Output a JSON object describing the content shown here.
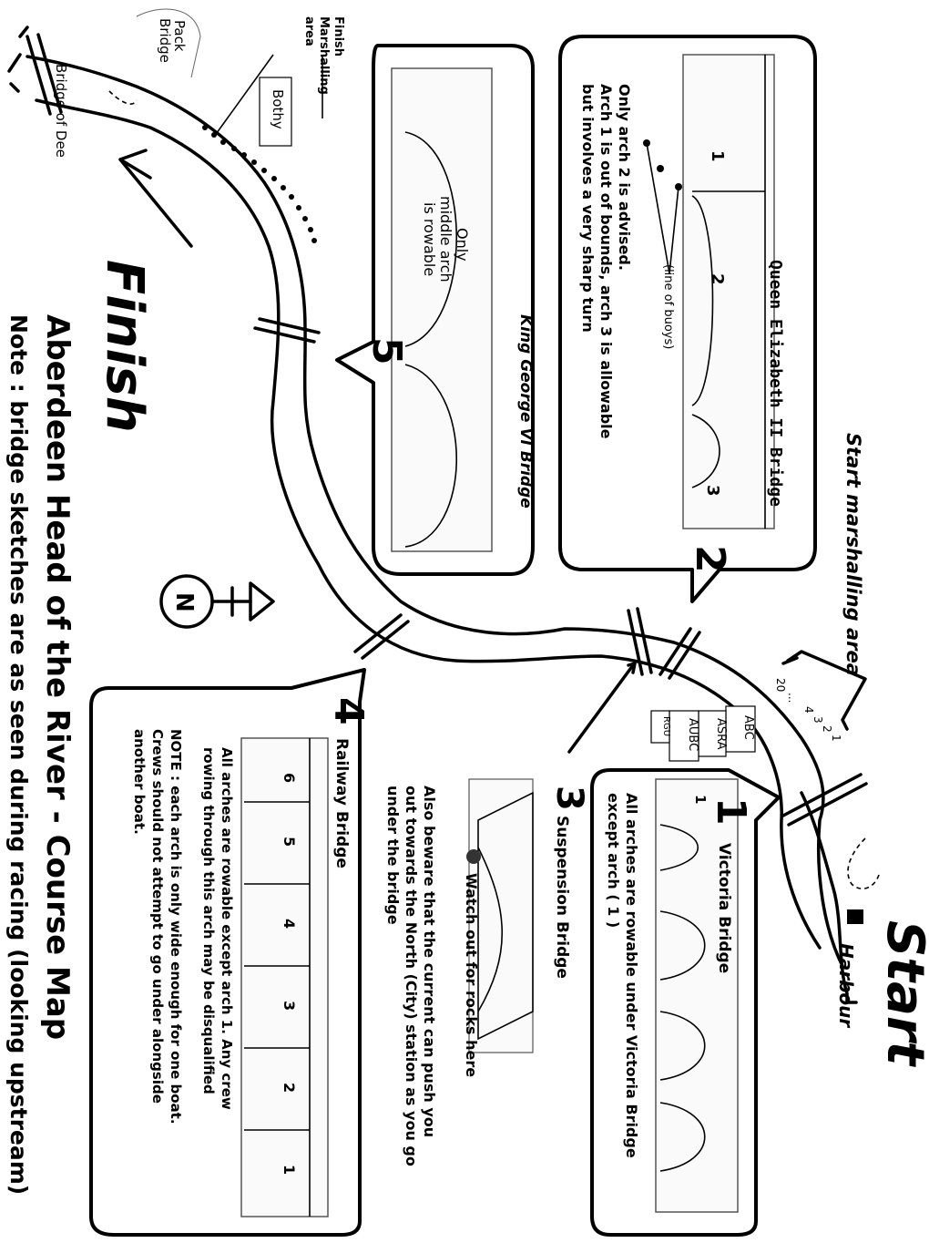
{
  "title": "Aberdeen Head of the River - Course Map",
  "note": "Note : bridge sketches are as seen during racing (looking upstream)",
  "labels": {
    "start": "Start",
    "finish": "Finish",
    "harbour": "Harbour",
    "start_marshalling": "Start marshalling area",
    "finish_marshalling": [
      "Finish",
      "Marshalling",
      "area"
    ],
    "bothy": "Bothy",
    "pack_bridge": [
      "Pack",
      "Bridge"
    ],
    "bridge_of_dee": "Bridge of Dee",
    "north": "N"
  },
  "boathouses": [
    "ABC",
    "ASRA",
    "AUBC",
    "RGU"
  ],
  "marshalling_numbers": [
    "20",
    "...",
    "4",
    "3",
    "2",
    "1"
  ],
  "bridges": {
    "b1": {
      "number": "1",
      "name": "Victoria Bridge",
      "text": [
        "All arches are rowable under Victoria Bridge",
        "except arch  ( 1 )"
      ],
      "arch_marker": "1"
    },
    "b2": {
      "number": "2",
      "name": "Queen Elizabeth II Bridge",
      "text": [
        "Only arch 2 is advised.",
        "Arch 1 is out of bounds, arch 3 is allowable",
        "but involves a very sharp turn"
      ],
      "arches": [
        "1",
        "2",
        "3"
      ],
      "buoys": "(line of buoys)"
    },
    "b3": {
      "number": "3",
      "name": "Suspension Bridge",
      "rocks": "Watch out for rocks here",
      "text": [
        "Also beware that the current can push you",
        "out towards the North (City) station as you go",
        "under the bridge"
      ]
    },
    "b4": {
      "number": "4",
      "name": "Railway Bridge",
      "arches": [
        "1",
        "2",
        "3",
        "4",
        "5",
        "6"
      ],
      "text": [
        "All arches are rowable except arch 1.  Any crew",
        "rowing through this arch may be disqualified"
      ],
      "note": [
        "NOTE :  each arch is only wide enough for one boat.",
        "Crews should not attempt to go under alongside",
        "another boat."
      ]
    },
    "b5": {
      "number": "5",
      "name": "King George VI Bridge",
      "text": [
        "Only",
        "middle arch",
        "is rowable"
      ]
    }
  }
}
